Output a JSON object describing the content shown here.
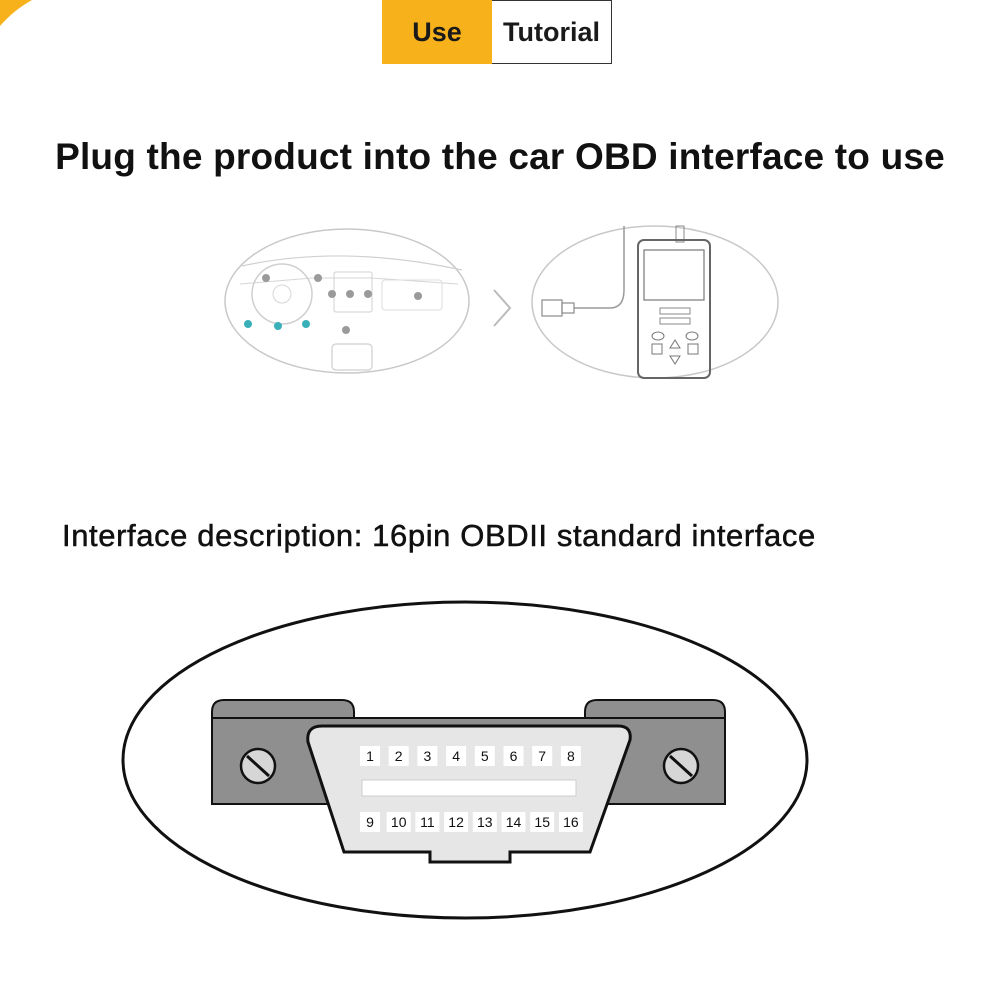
{
  "tabs": {
    "use_label": "Use",
    "tutorial_label": "Tutorial"
  },
  "headings": {
    "main": "Plug the product into the car OBD interface to use",
    "sub": "Interface description: 16pin OBDII standard interface"
  },
  "connector": {
    "pins_top": [
      "1",
      "2",
      "3",
      "4",
      "5",
      "6",
      "7",
      "8"
    ],
    "pins_bottom": [
      "9",
      "10",
      "11",
      "12",
      "13",
      "14",
      "15",
      "16"
    ]
  },
  "colors": {
    "accent": "#f7b11a",
    "connector_gray": "#8a8a8a",
    "connector_face": "#e6e6e6"
  }
}
